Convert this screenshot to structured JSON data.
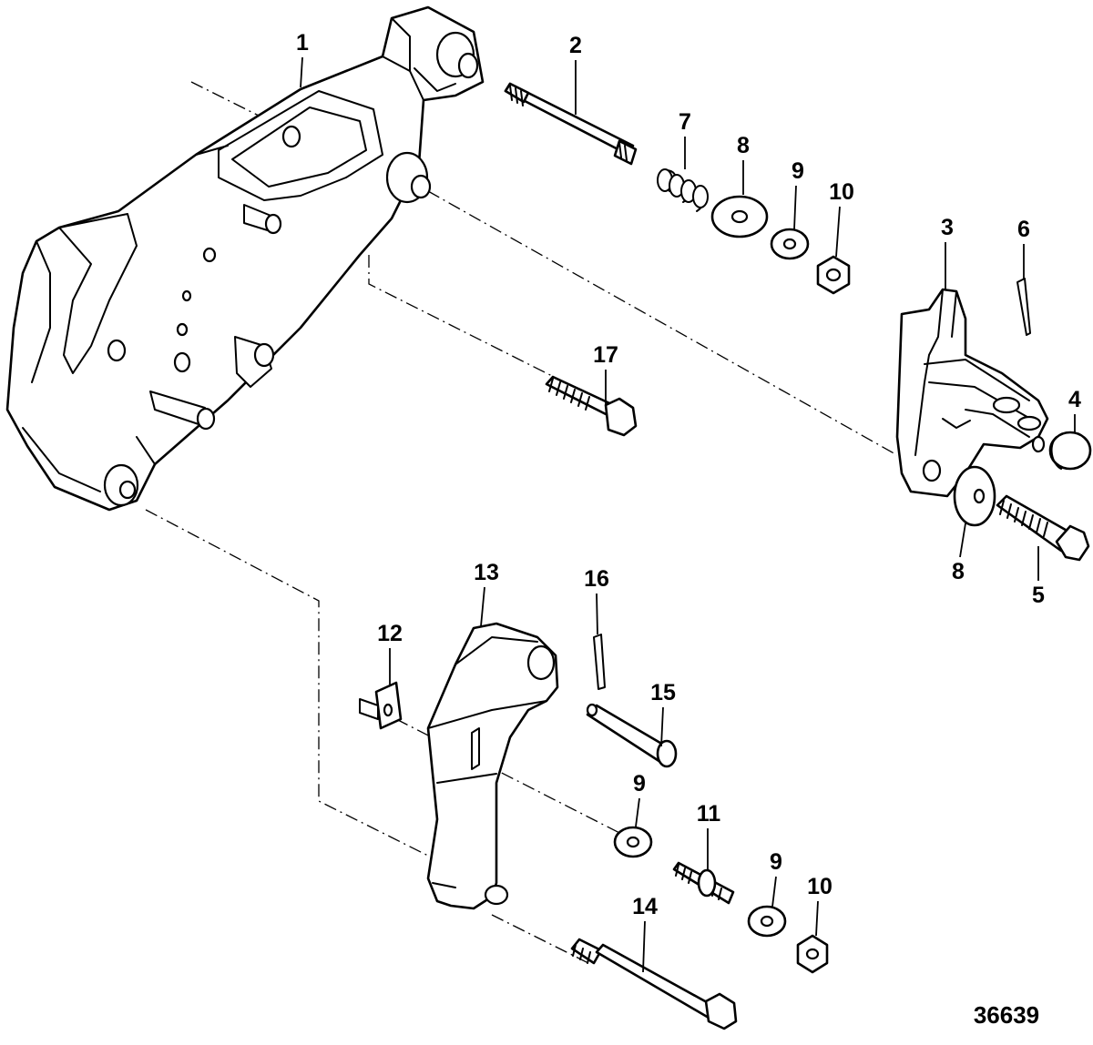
{
  "callouts": [
    {
      "id": "1",
      "label": "1"
    },
    {
      "id": "2",
      "label": "2"
    },
    {
      "id": "3",
      "label": "3"
    },
    {
      "id": "4",
      "label": "4"
    },
    {
      "id": "5",
      "label": "5"
    },
    {
      "id": "6",
      "label": "6"
    },
    {
      "id": "7",
      "label": "7"
    },
    {
      "id": "8a",
      "label": "8"
    },
    {
      "id": "8b",
      "label": "8"
    },
    {
      "id": "9a",
      "label": "9"
    },
    {
      "id": "9b",
      "label": "9"
    },
    {
      "id": "9c",
      "label": "9"
    },
    {
      "id": "10a",
      "label": "10"
    },
    {
      "id": "10b",
      "label": "10"
    },
    {
      "id": "11",
      "label": "11"
    },
    {
      "id": "12",
      "label": "12"
    },
    {
      "id": "13",
      "label": "13"
    },
    {
      "id": "14",
      "label": "14"
    },
    {
      "id": "15",
      "label": "15"
    },
    {
      "id": "16",
      "label": "16"
    },
    {
      "id": "17",
      "label": "17"
    }
  ],
  "figure_number": "36639"
}
